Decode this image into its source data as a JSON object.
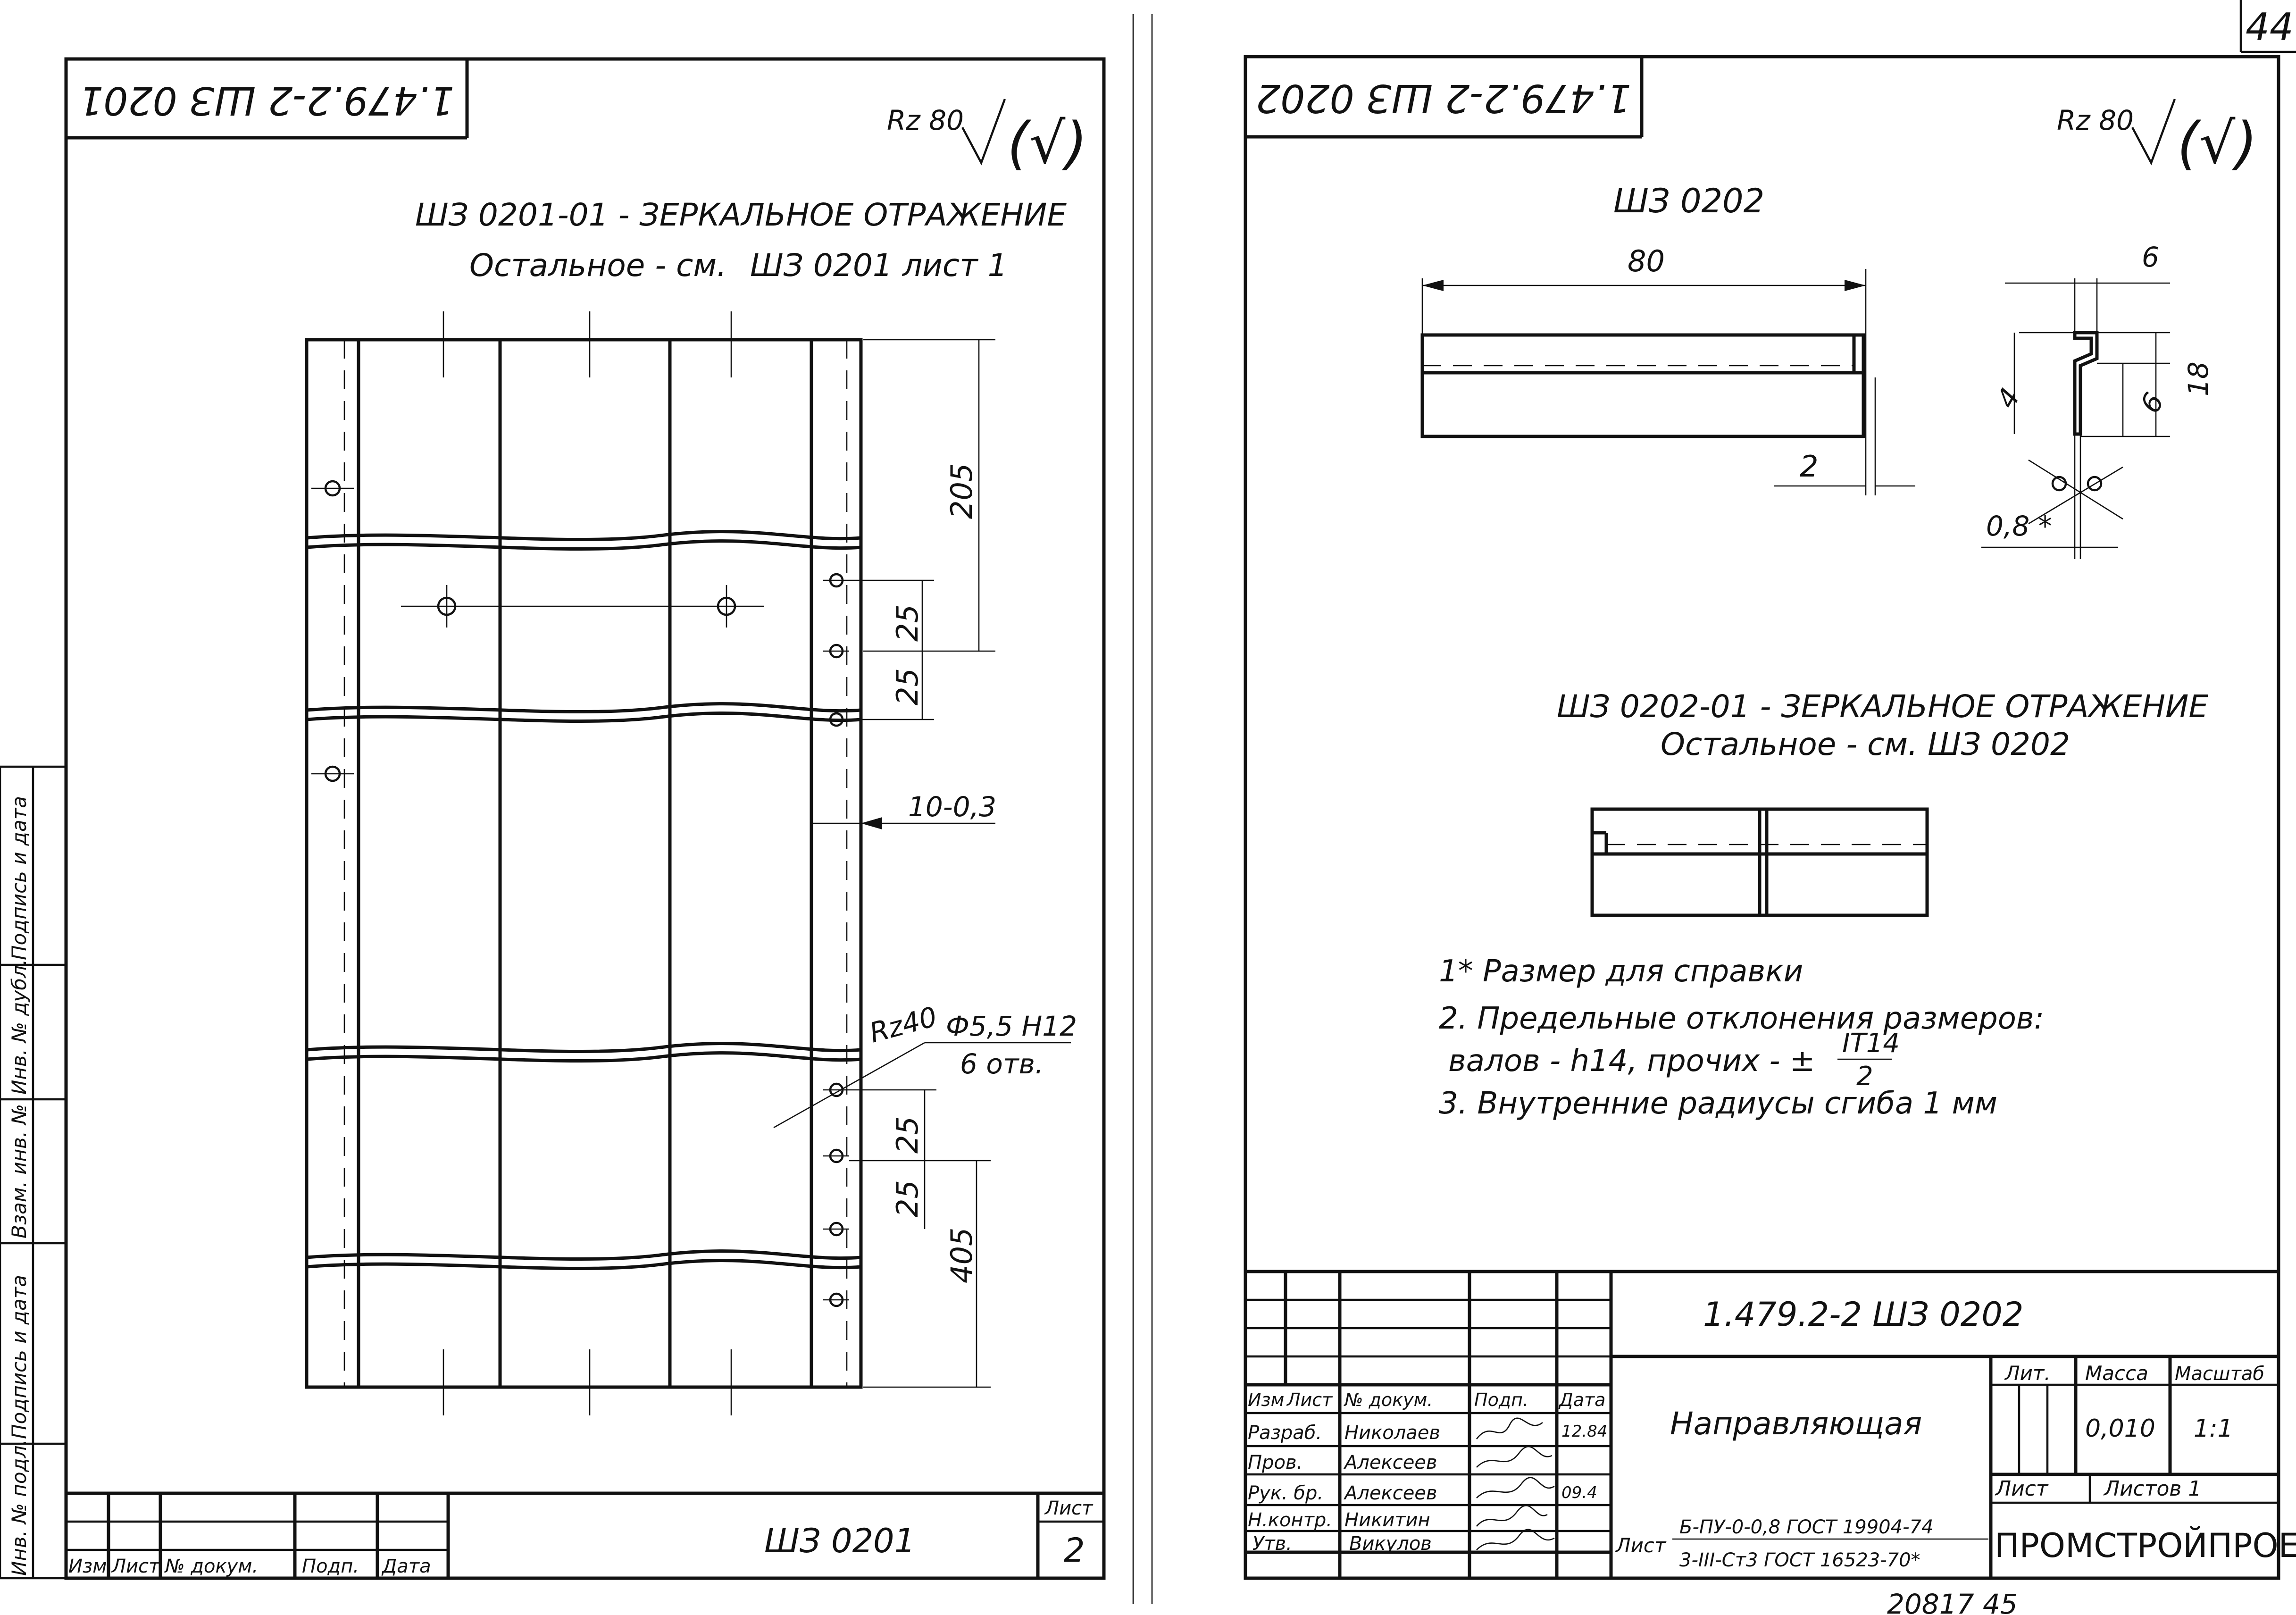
{
  "corner_page_number": "44",
  "left_sheet": {
    "stamp": "1.479.2-2 ШЗ 0201",
    "roughness": "Rz 80",
    "title_line1": "ШЗ 0201-01 - ЗЕРКАЛЬНОЕ ОТРАЖЕНИЕ",
    "title_line2_a": "Остальное - см.",
    "title_line2_b": "ШЗ 0201 лист 1",
    "dims": {
      "d205": "205",
      "d25a": "25",
      "d25b": "25",
      "d10": "10-0,3",
      "d25c": "25",
      "d25d": "25",
      "d405": "405"
    },
    "rz40": "Rz40",
    "hole_note_1": "Ф5,5 Н12",
    "hole_note_2": "6 отв.",
    "side_stamp": {
      "inv": "Инв. № подл.",
      "sign_date_1": "Подпись и дата",
      "vzam": "Взам. инв. №",
      "inv_dubl": "Инв. № дубл.",
      "sign_date_2": "Подпись и дата"
    },
    "title_block": {
      "h_izm": "Изм",
      "h_list": "Лист",
      "h_doc": "№ докум.",
      "h_podp": "Подп.",
      "h_data": "Дата",
      "designation": "ШЗ 0201",
      "sheet_label": "Лист",
      "sheet_no": "2"
    }
  },
  "right_sheet": {
    "stamp": "1.479.2-2 ШЗ 0202",
    "roughness": "Rz 80",
    "part_label": "ШЗ 0202",
    "dims": {
      "d80": "80",
      "d2": "2",
      "d6top": "6",
      "d18": "18",
      "d4": "4",
      "d6": "6",
      "d08": "0,8 *"
    },
    "mirror_line1": "ШЗ 0202-01 - ЗЕРКАЛЬНОЕ ОТРАЖЕНИЕ",
    "mirror_line2": "Остальное - см. ШЗ 0202",
    "notes": [
      "1* Размер для справки",
      "2. Предельные отклонения размеров:",
      "валов - h14, прочих - ±",
      "3. Внутренние радиусы сгиба 1 мм"
    ],
    "tol_num": "IT14",
    "tol_den": "2",
    "title_block": {
      "designation": "1.479.2-2   ШЗ 0202",
      "name": "Направляющая",
      "h_izm": "Изм",
      "h_list": "Лист",
      "h_doc": "№ докум.",
      "h_podp": "Подп.",
      "h_data": "Дата",
      "rows": [
        {
          "role": "Разраб.",
          "name": "Николаев"
        },
        {
          "role": "Пров.",
          "name": "Алексеев"
        },
        {
          "role": "Рук. бр.",
          "name": "Алексеев"
        },
        {
          "role": "Н.контр.",
          "name": "Никитин"
        },
        {
          "role": "Утв.",
          "name": "Викулов"
        }
      ],
      "date_1": "12.84",
      "date_2": "09.4",
      "h_lit": "Лит.",
      "h_mass": "Масса",
      "h_scale": "Масштаб",
      "mass": "0,010",
      "scale": "1:1",
      "sheet": "Лист",
      "sheets": "Листов 1",
      "material_prefix": "Лист",
      "material_1": "Б-ПУ-0-0,8 ГОСТ 19904-74",
      "material_2": "3-III-Ст3 ГОСТ 16523-70*",
      "org": "ПРОМСТРОЙПРОЕКТ"
    },
    "bottom_number": "20817  45"
  }
}
